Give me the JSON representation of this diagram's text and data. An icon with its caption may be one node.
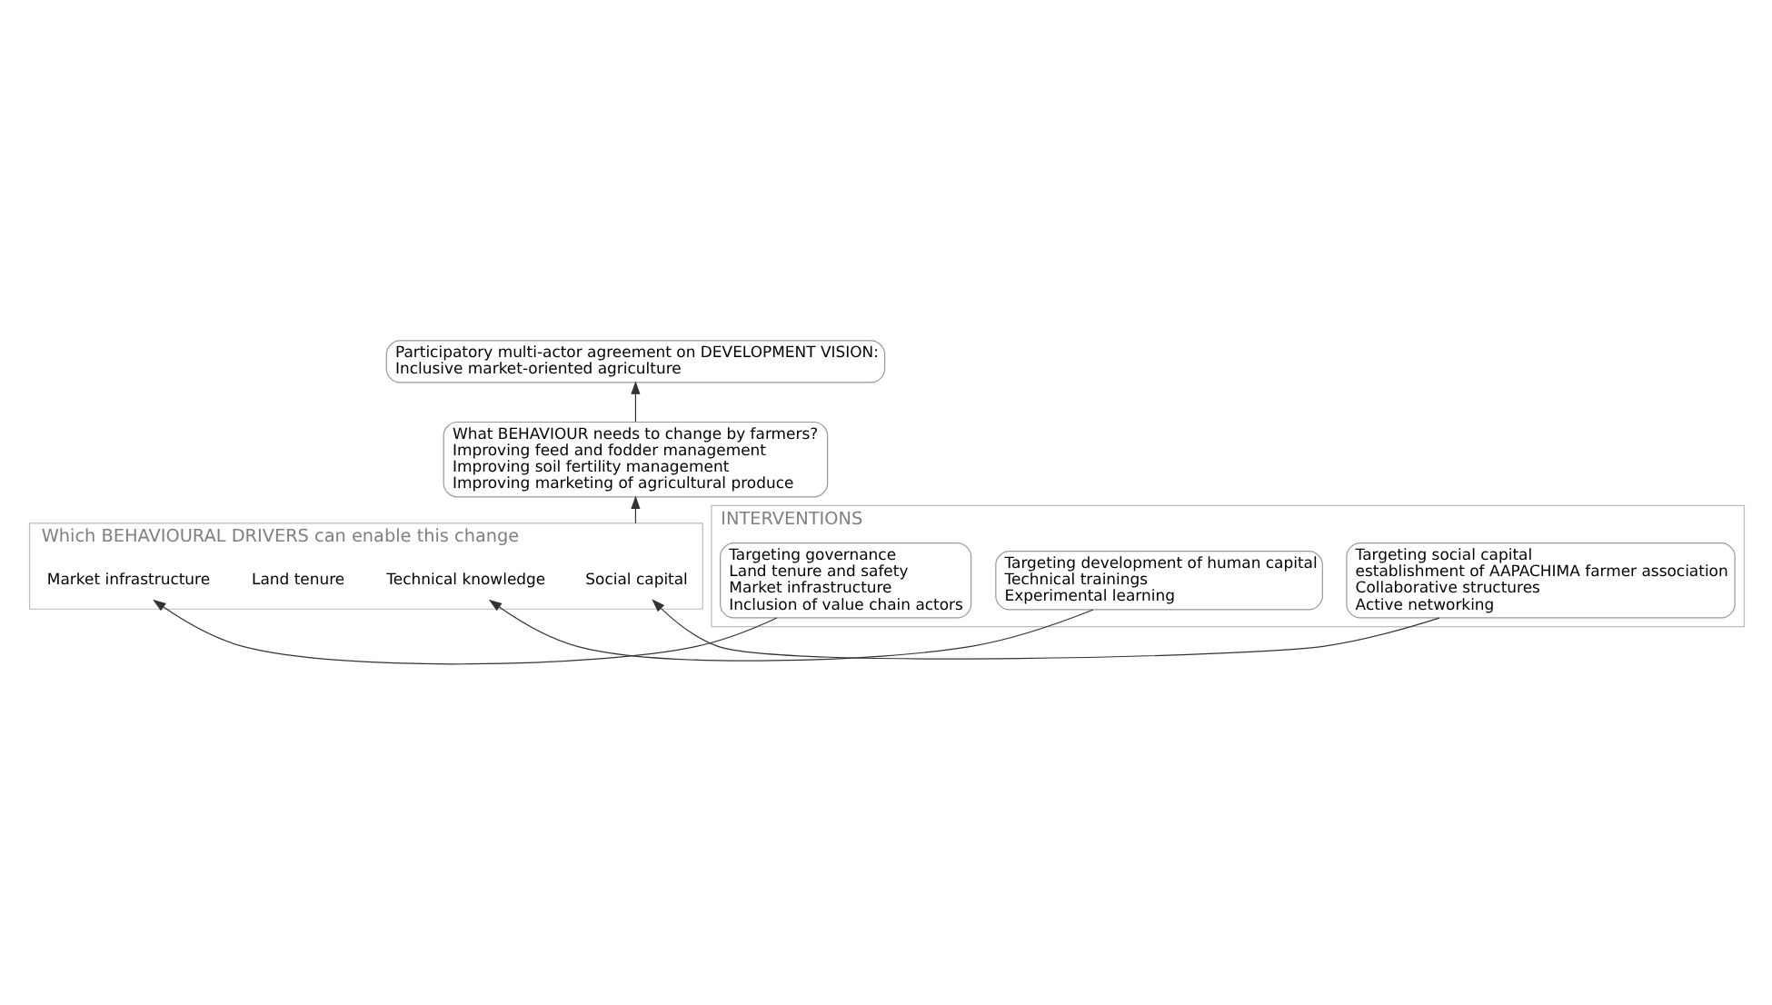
{
  "diagram": {
    "nodes": [
      {
        "text": [
          "Participatory multi-actor agreement on DEVELOPMENT VISION:",
          "Inclusive market-oriented agriculture"
        ]
      },
      {
        "text": [
          "What BEHAVIOUR needs to change by farmers?",
          "Improving feed and fodder management",
          "Improving soil fertility management",
          "Improving marketing of agricultural produce"
        ]
      },
      {
        "text": [
          "Which BEHAVIOURAL DRIVERS can enable this change"
        ]
      },
      {
        "text": [
          "Social capital"
        ],
        "in": 2
      },
      {
        "text": [
          "Technical knowledge"
        ],
        "in": 2
      },
      {
        "text": [
          "Land tenure"
        ],
        "in": 2
      },
      {
        "text": [
          "Market infrastructure"
        ],
        "in": 2
      },
      {
        "text": [
          "INTERVENTIONS"
        ]
      },
      {
        "text": [
          "Targeting social capital",
          "establishment of AAPACHIMA farmer association",
          "Collaborative structures",
          "Active networking"
        ],
        "in": 7
      },
      {
        "text": [
          "Targeting development of human capital",
          "Technical trainings",
          "Experimental learning"
        ],
        "in": 7
      },
      {
        "text": [
          "Targeting governance",
          "Land tenure and safety",
          "Market infrastructure",
          "Inclusion of value chain actors"
        ],
        "in": 7
      }
    ],
    "edges": [
      {
        "from": 2,
        "to": 1,
        "arrow": "to"
      },
      {
        "from": 1,
        "to": 0,
        "arrow": "to"
      },
      {
        "from": 8,
        "to": 3,
        "arrow": "to"
      },
      {
        "from": 9,
        "to": 4,
        "arrow": "to"
      },
      {
        "from": 10,
        "to": 6,
        "arrow": "to"
      }
    ]
  }
}
